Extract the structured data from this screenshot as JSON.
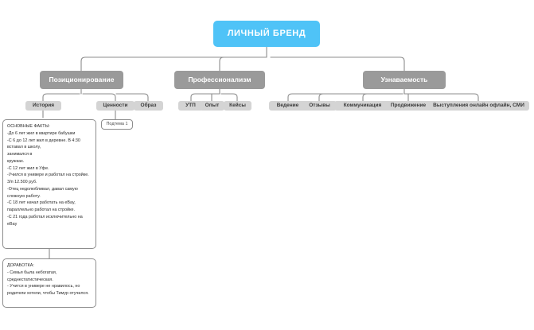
{
  "diagram": {
    "type": "mind-map",
    "title": "ЛИЧНЫЙ БРЕНД",
    "colors": {
      "root_fill": "#4FC3F7",
      "root_text": "#FFFFFF",
      "level2_fill": "#9A9A9A",
      "level2_text": "#FFFFFF",
      "level3_fill": "#D4D4D4",
      "level3_text": "#3A3A3A",
      "connector": "#8D8D8D",
      "note_border": "#8D8D8D",
      "background": "#FFFFFF"
    },
    "root": {
      "label": "ЛИЧНЫЙ БРЕНД"
    },
    "branches": [
      {
        "label": "Позиционирование",
        "children": [
          {
            "label": "История"
          },
          {
            "label": "Ценности"
          },
          {
            "label": "Образ"
          }
        ]
      },
      {
        "label": "Профессионализм",
        "children": [
          {
            "label": "УТП"
          },
          {
            "label": "Опыт"
          },
          {
            "label": "Кейсы"
          }
        ]
      },
      {
        "label": "Узнаваемость",
        "children": [
          {
            "label": "Ведение"
          },
          {
            "label": "Отзывы"
          },
          {
            "label": "Коммуникация"
          },
          {
            "label": "Продвижение"
          },
          {
            "label": "Выступления онлайн офлайн, СМИ"
          }
        ]
      }
    ],
    "subtopic": {
      "label": "Подтема 1"
    },
    "notes": [
      {
        "id": "facts",
        "title": "ОСНОВНЫЕ ФАКТЫ:",
        "body": "ОСНОВНЫЕ ФАКТЫ:\n-До 6 лет жил в квартире бабушки\n-С 6 до 12 лет жил в деревне. В 4:30 вставал в школу,\nзанимался в\nкружках.\n-С 12 лет жил в Уфе.\n-Учился в универе и работал на стройке. З/п 12.500 руб.\n-Отец недолюбливал, давал самую сложную работу.\n-С 18 лет начал работать на eBay, параллельно работал на стройке.\n-С 21 года работал исключительно на eBay"
      },
      {
        "id": "rework",
        "title": "ДОРАБОТКА:",
        "body": "ДОРАБОТКА:\n- Семья была небогатая, среднестатистическая.\n- Учится в универе не нравилось, но родители хотели, чтобы Тимур отучился."
      }
    ]
  }
}
